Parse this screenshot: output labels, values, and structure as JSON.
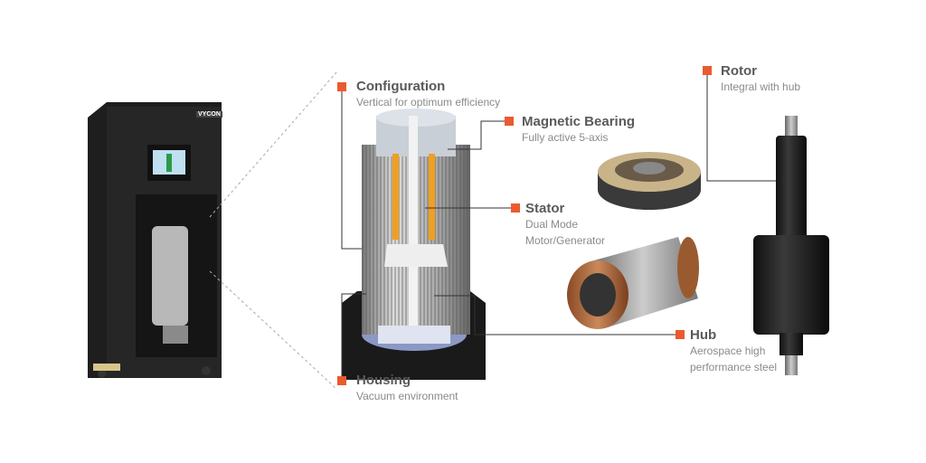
{
  "cabinet": {
    "logo": "VYCON"
  },
  "callouts": {
    "configuration": {
      "title": "Configuration",
      "sub": "Vertical for optimum efficiency"
    },
    "magnetic_bearing": {
      "title": "Magnetic Bearing",
      "sub": "Fully active 5-axis"
    },
    "stator": {
      "title": "Stator",
      "sub1": "Dual Mode",
      "sub2": "Motor/Generator"
    },
    "hub": {
      "title": "Hub",
      "sub1": "Aerospace high",
      "sub2": "performance steel"
    },
    "housing": {
      "title": "Housing",
      "sub": "Vacuum environment"
    },
    "rotor": {
      "title": "Rotor",
      "sub": "Integral with hub"
    }
  },
  "colors": {
    "accent": "#ea5a2e",
    "text": "#5a5a5a",
    "cabinet": "#1e1e1e"
  }
}
